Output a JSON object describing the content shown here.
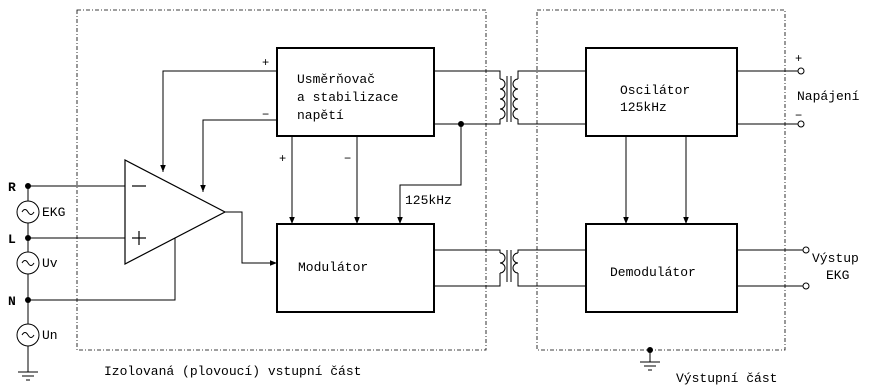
{
  "blocks": {
    "rectifier": [
      "Usměrňovač",
      "a stabilizace",
      "napětí"
    ],
    "oscillator": [
      "Oscilátor",
      "125kHz"
    ],
    "modulator": "Modulátor",
    "demodulator": "Demodulátor"
  },
  "labels": {
    "freq": "125kHz",
    "supply": "Napájení",
    "output": [
      "Výstup",
      "EKG"
    ],
    "isolated_section": "Izolovaná (plovoucí) vstupní část",
    "output_section": "Výstupní část",
    "terminal_r": "R",
    "terminal_l": "L",
    "terminal_n": "N",
    "source_ekg": "EKG",
    "source_uv": "Uv",
    "source_un": "Un",
    "plus": "+",
    "minus": "−"
  }
}
